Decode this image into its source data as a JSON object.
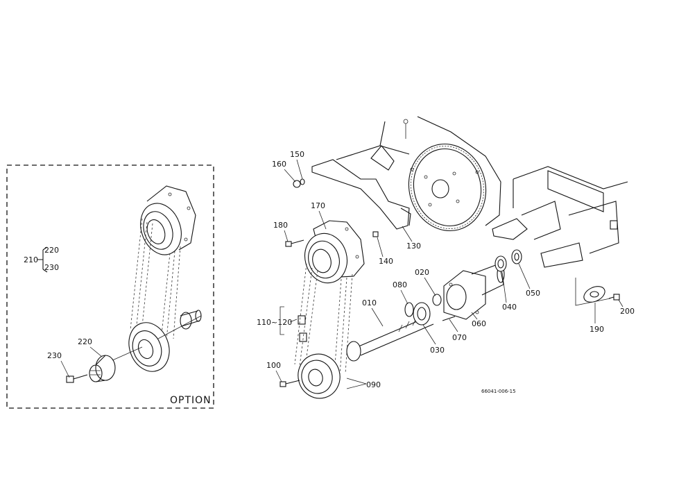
{
  "option_box": {
    "label": "OPTION",
    "callouts": {
      "group": "210",
      "group_a": "220",
      "group_b": "230",
      "hub": "220",
      "bolt": "230"
    }
  },
  "callouts": {
    "p010": "010",
    "p020": "020",
    "p030": "030",
    "p040": "040",
    "p050": "050",
    "p060": "060",
    "p070": "070",
    "p080": "080",
    "p090": "090",
    "p100": "100",
    "p110_120": "110~120",
    "p130": "130",
    "p140": "140",
    "p150": "150",
    "p160": "160",
    "p170": "170",
    "p180": "180",
    "p190": "190",
    "p200": "200"
  },
  "drawing_ref": "66041-006-15"
}
